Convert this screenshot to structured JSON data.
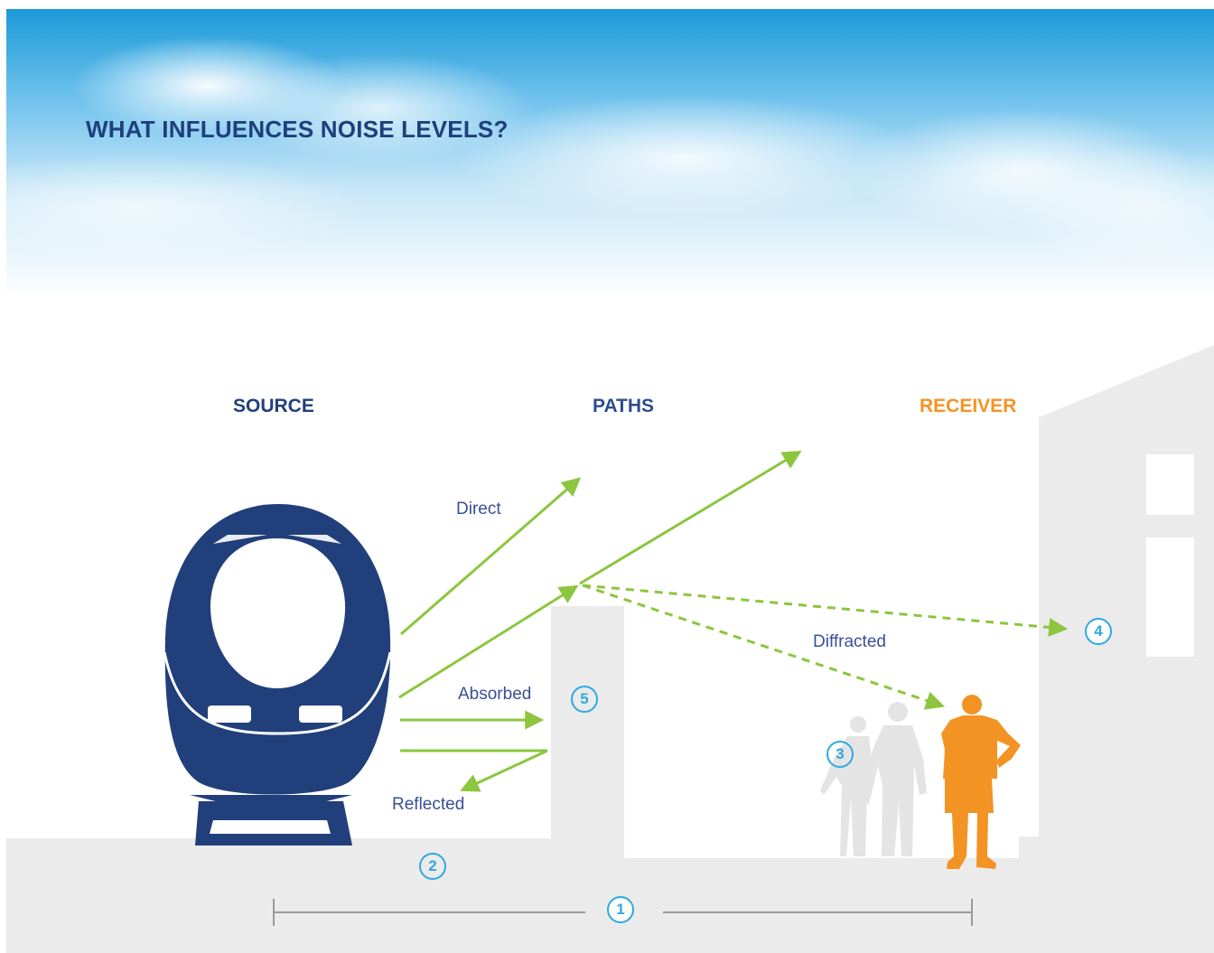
{
  "title": "WHAT INFLUENCES NOISE LEVELS?",
  "columns": {
    "source": "SOURCE",
    "paths": "PATHS",
    "receiver": "RECEIVER"
  },
  "path_labels": {
    "direct": "Direct",
    "diffracted": "Diffracted",
    "absorbed": "Absorbed",
    "reflected": "Reflected"
  },
  "markers": {
    "distance": "1",
    "ground": "2",
    "people": "3",
    "building": "4",
    "barrier": "5"
  },
  "colors": {
    "title": "#1f3f7c",
    "train": "#213f7b",
    "arrow": "#8cc63f",
    "receiver": "#f39324",
    "marker": "#2ea9e0",
    "ground": "#ebebeb",
    "sky": "#2aa3de"
  }
}
